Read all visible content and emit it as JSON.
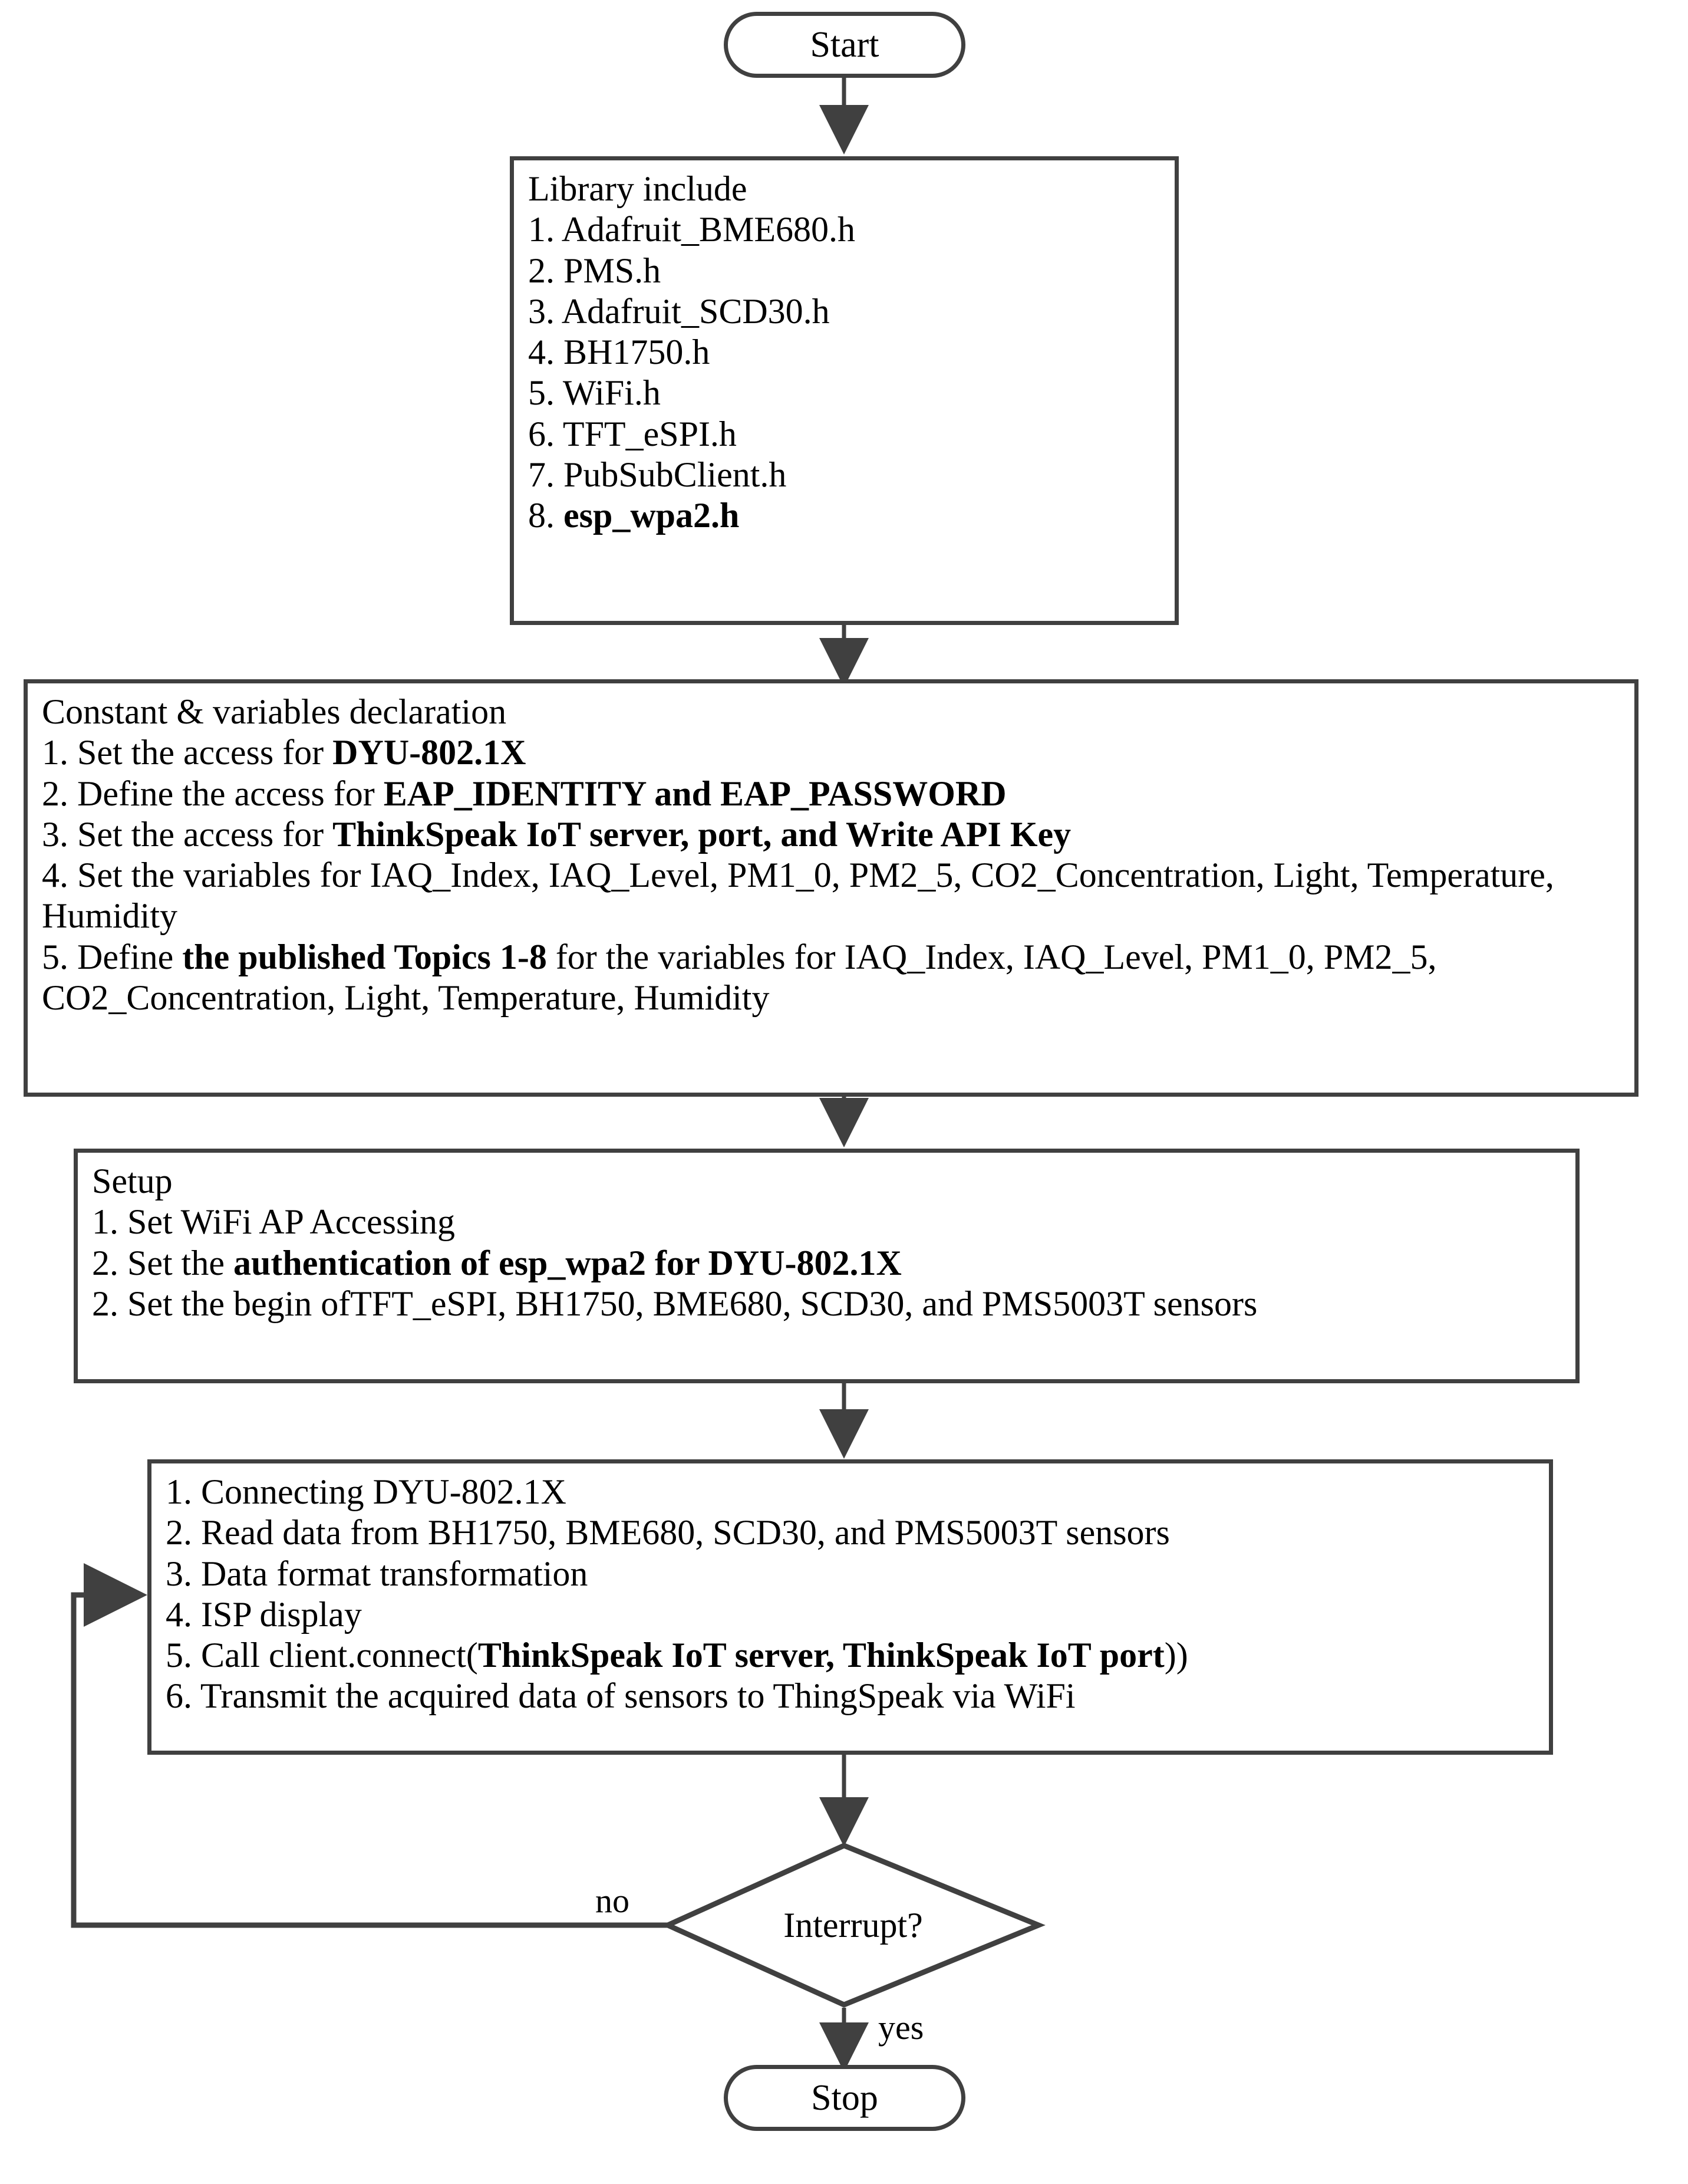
{
  "diagram": {
    "title": "IoT air-quality firmware flowchart",
    "stroke_color": "#404040",
    "text_color": "#000000",
    "background_color": "#ffffff"
  },
  "nodes": {
    "start": {
      "label": "Start",
      "shape": "terminal"
    },
    "library": {
      "shape": "process",
      "heading": "Library include",
      "items": [
        "1. Adafruit_BME680.h",
        "2. PMS.h",
        "3. Adafruit_SCD30.h",
        "4.  BH1750.h",
        "5. WiFi.h",
        "6. TFT_eSPI.h",
        "7. PubSubClient.h"
      ],
      "item8_prefix": "8. ",
      "item8_bold": "esp_wpa2.h"
    },
    "constants": {
      "shape": "process",
      "heading": "Constant & variables declaration",
      "line1_a": "1. Set the access for ",
      "line1_bold": "DYU-802.1X",
      "line2_a": "2. Define the access for ",
      "line2_bold": "EAP_IDENTITY and EAP_PASSWORD",
      "line3_a": "3. Set the access for ",
      "line3_bold": "ThinkSpeak IoT server, port, and Write API Key",
      "line4": "4. Set the variables for IAQ_Index, IAQ_Level, PM1_0, PM2_5, CO2_Concentration, Light, Temperature, Humidity",
      "line5_a": "5. Define ",
      "line5_bold": "the published Topics 1-8",
      "line5_b": " for the variables for IAQ_Index, IAQ_Level, PM1_0, PM2_5, CO2_Concentration, Light, Temperature, Humidity"
    },
    "setup": {
      "shape": "process",
      "heading": "Setup",
      "line1": "1. Set WiFi AP Accessing",
      "line2_a": "2. Set the ",
      "line2_bold": "authentication of esp_wpa2 for DYU-802.1X",
      "line3": "2. Set the begin ofTFT_eSPI,  BH1750, BME680, SCD30, and PMS5003T sensors"
    },
    "loop": {
      "shape": "process",
      "line1": "1. Connecting DYU-802.1X",
      "line2": "2. Read data from BH1750, BME680, SCD30, and PMS5003T sensors",
      "line3": "3. Data format transformation",
      "line4": "4. ISP display",
      "line5_a": "5. Call client.connect(",
      "line5_bold": "ThinkSpeak IoT server,  ThinkSpeak IoT port",
      "line5_b": "))",
      "line6": "6. Transmit the acquired data of sensors to ThingSpeak via WiFi"
    },
    "decision": {
      "label": "Interrupt?",
      "shape": "diamond"
    },
    "stop": {
      "label": "Stop",
      "shape": "terminal"
    }
  },
  "edge_labels": {
    "no": "no",
    "yes": "yes"
  }
}
